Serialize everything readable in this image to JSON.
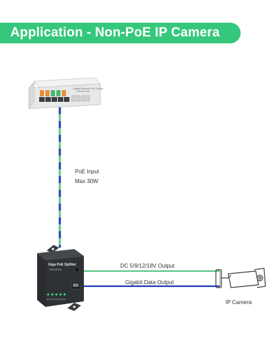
{
  "banner": {
    "title": "Application - Non-PoE IP Camera"
  },
  "switch": {
    "label_line1": "Gigabit Ethernet PoE Switch",
    "label_line2": "8 Ports PoE"
  },
  "splitter": {
    "name": "Giga PoE Splitter",
    "model": "DS1100GN",
    "voltage_marks": "5V 9V 12V 18V Power"
  },
  "labels": {
    "poe_input": "PoE Input",
    "max_power": "Max 30W",
    "dc_output": "DC 5/9/12/18V Output",
    "data_output": "Gigabit Data Output",
    "camera": "IP Camera"
  },
  "colors": {
    "banner": "#35c77b",
    "cable_green": "#5ec58a",
    "cable_blue": "#1f3bb5",
    "device_dark": "#2f3235"
  }
}
